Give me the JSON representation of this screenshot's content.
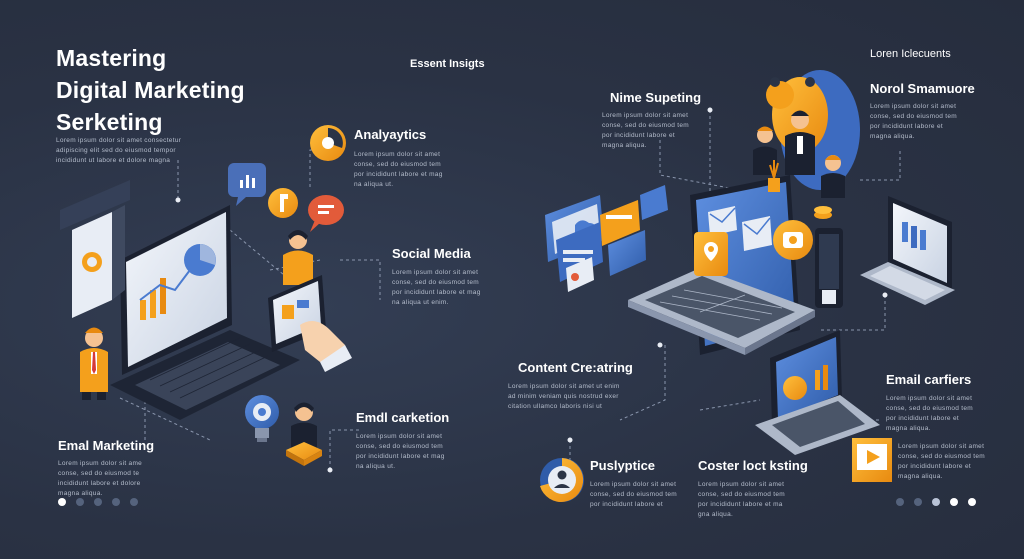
{
  "title": {
    "line1": "Mastering",
    "line2": "Digital Marketing",
    "line3": "Serketing"
  },
  "intro_text": [
    "Lorem ipsum dolor sit amet consectetur",
    "adipiscing elit sed do eiusmod tempor",
    "incididunt ut labore et dolore magna"
  ],
  "top_center_label": "Essent Insigts",
  "top_right_label": "Loren   Iclecuents",
  "sections": {
    "analytics": {
      "heading": "Analyaytics",
      "text": [
        "Lorem ipsum dolor sit amet",
        "conse, sed do eiusmod tem",
        "por incididunt labore et mag",
        "na aliqua ut."
      ]
    },
    "social_media": {
      "heading": "Social Media",
      "text": [
        "Lorem ipsum dolor sit amet",
        "conse, sed do eiusmod tem",
        "por incididunt labore et mag",
        "na aliqua ut enim."
      ]
    },
    "email_carketion": {
      "heading": "Emdl carketion",
      "text": [
        "Lorem ipsum dolor sit amet",
        "conse, sed do eiusmod tem",
        "por incididunt labore et mag",
        "na aliqua ut."
      ]
    },
    "email_marketing": {
      "heading": "Emal Marketing",
      "text": [
        "Lorem ipsum dolor sit ame",
        "conse, sed do eiusmod te",
        "incididunt labore et dolore",
        "magna aliqua."
      ]
    },
    "nime_supeting": {
      "heading": "Nime Supeting",
      "text": [
        "Lorem ipsum dolor sit amet",
        "conse, sed do eiusmod tem",
        "por incididunt labore et",
        "magna aliqua."
      ]
    },
    "norol_smamuore": {
      "heading": "Norol Smamuore",
      "text": [
        "Lorem ipsum dolor sit amet",
        "conse, sed do eiusmod tem",
        "por incididunt labore et",
        "magna aliqua."
      ]
    },
    "content_creating": {
      "heading": "Content Cre:atring",
      "text": [
        "Lorem ipsum dolor sit amet ut enim",
        "ad minim veniam quis nostrud exer",
        "citation ullamco laboris nisi ut"
      ]
    },
    "email_carfiers": {
      "heading": "Email carfiers",
      "text": [
        "Lorem ipsum dolor sit amet",
        "conse, sed do eiusmod tem",
        "por incididunt labore et",
        "magna aliqua."
      ]
    },
    "puslyptice": {
      "heading": "Puslyptice",
      "text": [
        "Lorem ipsum dolor sit amet",
        "conse, sed do eiusmod tem",
        "por incididunt labore et"
      ]
    },
    "coster_loct": {
      "heading": "Coster loct ksting",
      "text": [
        "Lorem ipsum dolor sit amet",
        "conse, sed do eiusmod tem",
        "por incididunt labore et ma",
        "gna aliqua."
      ]
    },
    "right_bottom": {
      "text": [
        "Lorem ipsum dolor sit amet",
        "conse, sed do eiusmod tem",
        "por incididunt labore et",
        "magna aliqua."
      ]
    }
  },
  "colors": {
    "background": "#2b3446",
    "accent_orange": "#f4a01c",
    "accent_blue": "#4a7bd0",
    "device_dark": "#1b2130",
    "screen_light": "#e8edf5"
  },
  "pagination_left": {
    "count": 5,
    "active_index": 0
  },
  "pagination_right": {
    "count": 5,
    "active_indices": [
      3,
      4
    ]
  }
}
